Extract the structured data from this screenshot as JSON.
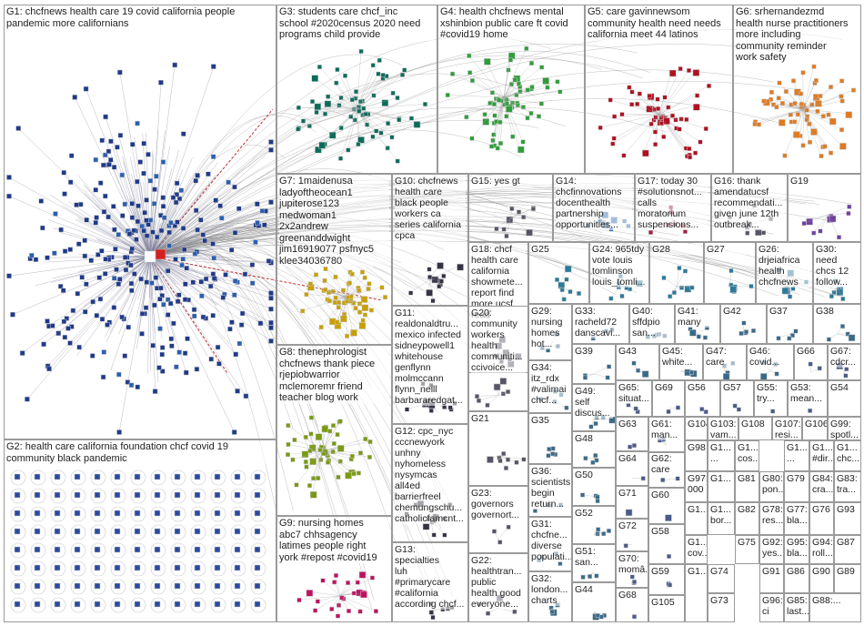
{
  "title": "",
  "groups": [
    {
      "id": "g1",
      "text": "G1: chcfnews health care 19 covid california people\npandemic more californians",
      "color": "#1f3a8a"
    },
    {
      "id": "g2",
      "text": "G2: health care california foundation chcf covid 19\ncommunity black pandemic",
      "color": "#2b4aa0"
    },
    {
      "id": "g3",
      "text": "G3: students care chcf_inc\nschool #2020census 2020 need\nprograms child provide",
      "color": "#0b6b5a"
    },
    {
      "id": "g4",
      "text": "G4: health chcfnews mental\nxshinbion public care ft covid\n#covid19 home",
      "color": "#2e9e3a"
    },
    {
      "id": "g5",
      "text": "G5: care gavinnewsom\ncommunity health need needs\ncalifornia meet 44 latinos",
      "color": "#b01020"
    },
    {
      "id": "g6",
      "text": "G6: srhernandezmd\nhealth nurse practitioners\nmore including\ncommunity reminder\nwork safety",
      "color": "#e07a20"
    },
    {
      "id": "g7",
      "text": "G7: 1maidenusa\nladyoftheocean1\njupiterose123\nmedwoman1\n2x2andrew\ngreenanddwight\njim16919077 psfnyc5\nklee34036780",
      "color": "#c8a000"
    },
    {
      "id": "g8",
      "text": "G8: thenephrologist\nchcfnews thank piece\nrjepiobwarrior\nmclemoremr friend\nteacher blog work",
      "color": "#7a9a10"
    },
    {
      "id": "g9",
      "text": "G9: nursing homes\nabc7 chhsagency\nlatimes people right\nyork #repost #covid19",
      "color": "#c01060"
    },
    {
      "id": "g10",
      "text": "G10: chcfnews\nhealth care\nblack people\nworkers ca\nseries california\ncpca",
      "color": "#444"
    },
    {
      "id": "g11",
      "text": "G11:\nrealdonaldtru...\nmexico infected\nsidneypowell1\nwhitehouse\ngenflynn\nmolmccann\nflynn_neill\nbarbararedgat...",
      "color": "#444"
    },
    {
      "id": "g12",
      "text": "G12: cpc_nyc\ncccnewyork\nunhny\nnyhomeless\nnysymcas\nall4ed\nbarrierfreel\nchemungschu...\ncatholicfamcnt...",
      "color": "#444"
    },
    {
      "id": "g13",
      "text": "G13:\nspecialties\nluh\n#primarycare\n#california\naccording chcf...",
      "color": "#444"
    },
    {
      "id": "g14",
      "text": "G14:\nchcfinnovations\ndocenthealth\npartnership\nopportunities...",
      "color": "#444"
    },
    {
      "id": "g15",
      "text": "G15: yes gt",
      "color": "#444"
    },
    {
      "id": "g16",
      "text": "G16: thank\namendatucsf\nrecommendati...\ngiven june 12th\noutbreak...",
      "color": "#444"
    },
    {
      "id": "g17",
      "text": "G17: today 30\n#solutionsnot...\ncalls\nmoratorium\nsuspensions...",
      "color": "#444"
    },
    {
      "id": "g18",
      "text": "G18: chcf\nhealth care\ncalifornia\nshowmete...\nreport find\nmore ucsf\nread",
      "color": "#444"
    },
    {
      "id": "g19",
      "text": "G19",
      "color": "#444"
    },
    {
      "id": "g20",
      "text": "G20:\ncommunity\nworkers\nhealth\ncommuniti...\nccivoice...",
      "color": "#444"
    },
    {
      "id": "g21",
      "text": "G21",
      "color": "#444"
    },
    {
      "id": "g22",
      "text": "G22:\nhealthtran...\npublic\nhealth good\neveryone...",
      "color": "#444"
    },
    {
      "id": "g23",
      "text": "G23:\ngovernors\ngovernort...",
      "color": "#444"
    },
    {
      "id": "g24",
      "text": "G24: 965tdy\nvote louis\ntomlinson\nlouis_tomli...",
      "color": "#444"
    },
    {
      "id": "g25",
      "text": "G25",
      "color": "#444"
    },
    {
      "id": "g26",
      "text": "G26:\ndrjeiafrica\nhealth\nchcfnews",
      "color": "#444"
    },
    {
      "id": "g27",
      "text": "G27",
      "color": "#444"
    },
    {
      "id": "g28",
      "text": "G28",
      "color": "#444"
    },
    {
      "id": "g29",
      "text": "G29:\nnursing\nhomes\nhot...",
      "color": "#444"
    },
    {
      "id": "g30",
      "text": "G30:\nneed\nchcs 12\nfollow...",
      "color": "#444"
    },
    {
      "id": "g31",
      "text": "G31:\nchcfne...\ndiverse\npopulati...",
      "color": "#444"
    },
    {
      "id": "g32",
      "text": "G32:\nlondon...\ncharts",
      "color": "#444"
    },
    {
      "id": "g33",
      "text": "G33:\nracheld72\ndanscavi...",
      "color": "#444"
    },
    {
      "id": "g34",
      "text": "G34:\nitz_rdx\n#valimai\nchcf...",
      "color": "#444"
    },
    {
      "id": "g35",
      "text": "G35",
      "color": "#444"
    },
    {
      "id": "g36",
      "text": "G36:\nscientists\nbegin\nreturn...",
      "color": "#444"
    },
    {
      "id": "g37",
      "text": "G37",
      "color": "#444"
    },
    {
      "id": "g38",
      "text": "G38",
      "color": "#444"
    },
    {
      "id": "g39",
      "text": "G39",
      "color": "#444"
    },
    {
      "id": "g40",
      "text": "G40:\nsffdpio\nsan...",
      "color": "#444"
    },
    {
      "id": "g41",
      "text": "G41:\nmany",
      "color": "#444"
    },
    {
      "id": "g42",
      "text": "G42",
      "color": "#444"
    },
    {
      "id": "g43",
      "text": "G43",
      "color": "#444"
    },
    {
      "id": "g44",
      "text": "G44",
      "color": "#444"
    },
    {
      "id": "g45",
      "text": "G45:\nwhite...",
      "color": "#444"
    },
    {
      "id": "g46",
      "text": "G46:\ncovid...",
      "color": "#444"
    },
    {
      "id": "g47",
      "text": "G47:\ncare",
      "color": "#444"
    },
    {
      "id": "g48",
      "text": "G48",
      "color": "#444"
    },
    {
      "id": "g49",
      "text": "G49:\nself\ndiscus...",
      "color": "#444"
    },
    {
      "id": "g50",
      "text": "G50",
      "color": "#444"
    },
    {
      "id": "g51",
      "text": "G51:\nsan...",
      "color": "#444"
    },
    {
      "id": "g52",
      "text": "G52",
      "color": "#444"
    },
    {
      "id": "g53",
      "text": "G53:\nmean...",
      "color": "#444"
    },
    {
      "id": "g54",
      "text": "G54",
      "color": "#444"
    },
    {
      "id": "g55",
      "text": "G55:\ntry...",
      "color": "#444"
    },
    {
      "id": "g56",
      "text": "G56",
      "color": "#444"
    },
    {
      "id": "g57",
      "text": "G57",
      "color": "#444"
    },
    {
      "id": "g58",
      "text": "G58",
      "color": "#444"
    },
    {
      "id": "g59",
      "text": "G59",
      "color": "#444"
    },
    {
      "id": "g60",
      "text": "G60",
      "color": "#444"
    },
    {
      "id": "g61",
      "text": "G61:\nman...",
      "color": "#444"
    },
    {
      "id": "g62",
      "text": "G62:\ncare",
      "color": "#444"
    },
    {
      "id": "g63",
      "text": "G63",
      "color": "#444"
    },
    {
      "id": "g64",
      "text": "G64",
      "color": "#444"
    },
    {
      "id": "g65",
      "text": "G65:\nsituat...",
      "color": "#444"
    },
    {
      "id": "g66",
      "text": "G66",
      "color": "#444"
    },
    {
      "id": "g67",
      "text": "G67:\ncdcr...",
      "color": "#444"
    },
    {
      "id": "g68",
      "text": "G68",
      "color": "#444"
    },
    {
      "id": "g69",
      "text": "G69",
      "color": "#444"
    },
    {
      "id": "g70",
      "text": "G70:\nmomâ...",
      "color": "#444"
    },
    {
      "id": "g71",
      "text": "G71",
      "color": "#444"
    },
    {
      "id": "g72",
      "text": "G72",
      "color": "#444"
    },
    {
      "id": "g73",
      "text": "G73",
      "color": "#444"
    },
    {
      "id": "g74",
      "text": "G74",
      "color": "#444"
    },
    {
      "id": "g75",
      "text": "G75",
      "color": "#444"
    },
    {
      "id": "g76",
      "text": "G76",
      "color": "#444"
    },
    {
      "id": "g77",
      "text": "G77:\nbla...",
      "color": "#444"
    },
    {
      "id": "g78",
      "text": "G78:\nres...",
      "color": "#444"
    },
    {
      "id": "g79",
      "text": "G79",
      "color": "#444"
    },
    {
      "id": "g80",
      "text": "G80:\npon...",
      "color": "#444"
    },
    {
      "id": "g81",
      "text": "G81",
      "color": "#444"
    },
    {
      "id": "g82",
      "text": "G82",
      "color": "#444"
    },
    {
      "id": "g83",
      "text": "G83:\ntra...",
      "color": "#444"
    },
    {
      "id": "g84",
      "text": "G84:\ncra...",
      "color": "#444"
    },
    {
      "id": "g85",
      "text": "G85:\nlast...",
      "color": "#444"
    },
    {
      "id": "g86",
      "text": "G86",
      "color": "#444"
    },
    {
      "id": "g87",
      "text": "G87",
      "color": "#444"
    },
    {
      "id": "g88",
      "text": "G88:...",
      "color": "#444"
    },
    {
      "id": "g89",
      "text": "G89",
      "color": "#444"
    },
    {
      "id": "g90",
      "text": "G90",
      "color": "#444"
    },
    {
      "id": "g91",
      "text": "G91",
      "color": "#444"
    },
    {
      "id": "g92",
      "text": "G92:\nyes...",
      "color": "#444"
    },
    {
      "id": "g93",
      "text": "G93",
      "color": "#444"
    },
    {
      "id": "g94",
      "text": "G94:\nroll...",
      "color": "#444"
    },
    {
      "id": "g95",
      "text": "G95:\nbla...",
      "color": "#444"
    },
    {
      "id": "g96",
      "text": "G96:\nci",
      "color": "#444"
    },
    {
      "id": "g97",
      "text": "G97:\n000",
      "color": "#444"
    },
    {
      "id": "g98",
      "text": "G98",
      "color": "#444"
    },
    {
      "id": "g99",
      "text": "G99:\nspotl...",
      "color": "#444"
    },
    {
      "id": "g100",
      "text": "G1...\nbor...",
      "color": "#444"
    },
    {
      "id": "g101",
      "text": "G1...\ncos...",
      "color": "#444"
    },
    {
      "id": "g102",
      "text": "G1...\nchc...",
      "color": "#444"
    },
    {
      "id": "g103",
      "text": "G103:\nvam...",
      "color": "#444"
    },
    {
      "id": "g104",
      "text": "G104",
      "color": "#444"
    },
    {
      "id": "g105",
      "text": "G105",
      "color": "#444"
    },
    {
      "id": "g106",
      "text": "G106",
      "color": "#444"
    },
    {
      "id": "g107",
      "text": "G107:\nresi...",
      "color": "#444"
    },
    {
      "id": "g108",
      "text": "G108",
      "color": "#444"
    },
    {
      "id": "g109",
      "text": "G1...\n#dir...",
      "color": "#444"
    },
    {
      "id": "g110",
      "text": "G1...",
      "color": "#444"
    },
    {
      "id": "g111",
      "text": "G1...\n...",
      "color": "#444"
    },
    {
      "id": "g112",
      "text": "G1...\ncov...",
      "color": "#444"
    },
    {
      "id": "g113",
      "text": "G1...",
      "color": "#444"
    },
    {
      "id": "g114",
      "text": "G1...\n...",
      "color": "#444"
    },
    {
      "id": "g115",
      "text": "G1...",
      "color": "#444"
    }
  ]
}
